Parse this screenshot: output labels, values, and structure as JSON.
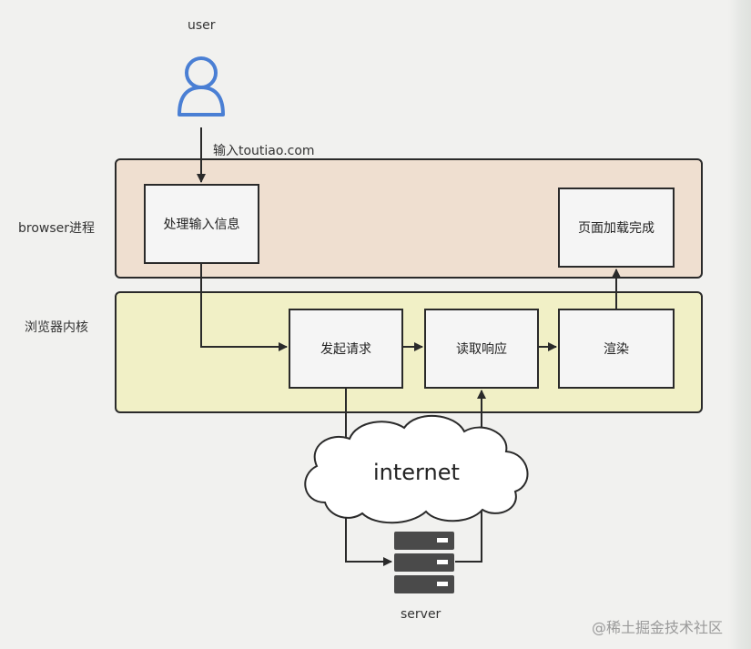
{
  "labels": {
    "user": "user",
    "input": "输入toutiao.com",
    "browser_process": "browser进程",
    "browser_kernel": "浏览器内核",
    "internet": "internet",
    "server": "server",
    "watermark": "@稀土掘金技术社区"
  },
  "boxes": {
    "process_input": "处理输入信息",
    "page_loaded": "页面加载完成",
    "send_request": "发起请求",
    "read_response": "读取响应",
    "render": "渲染"
  },
  "colors": {
    "browser_panel": "#efdfd0",
    "kernel_panel": "#f1f0c6",
    "user_icon": "#4a7fd4",
    "server_icon": "#4a4a4a"
  },
  "icons": [
    "user-icon",
    "cloud-icon",
    "server-icon"
  ]
}
